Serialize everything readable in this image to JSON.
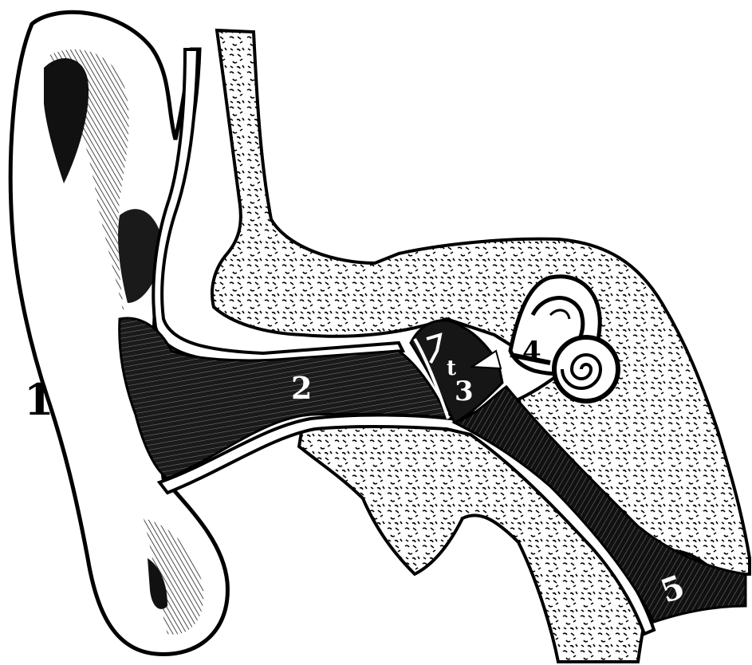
{
  "figure": {
    "labels": {
      "outer_ear": "1",
      "ear_canal": "2",
      "middle_ear": "3",
      "inner_ear": "4",
      "eustachian_tube": "5",
      "ossicle_mark": "t"
    },
    "colors": {
      "ink": "#000000",
      "paper": "#ffffff",
      "bone_dots": "#000000"
    }
  }
}
